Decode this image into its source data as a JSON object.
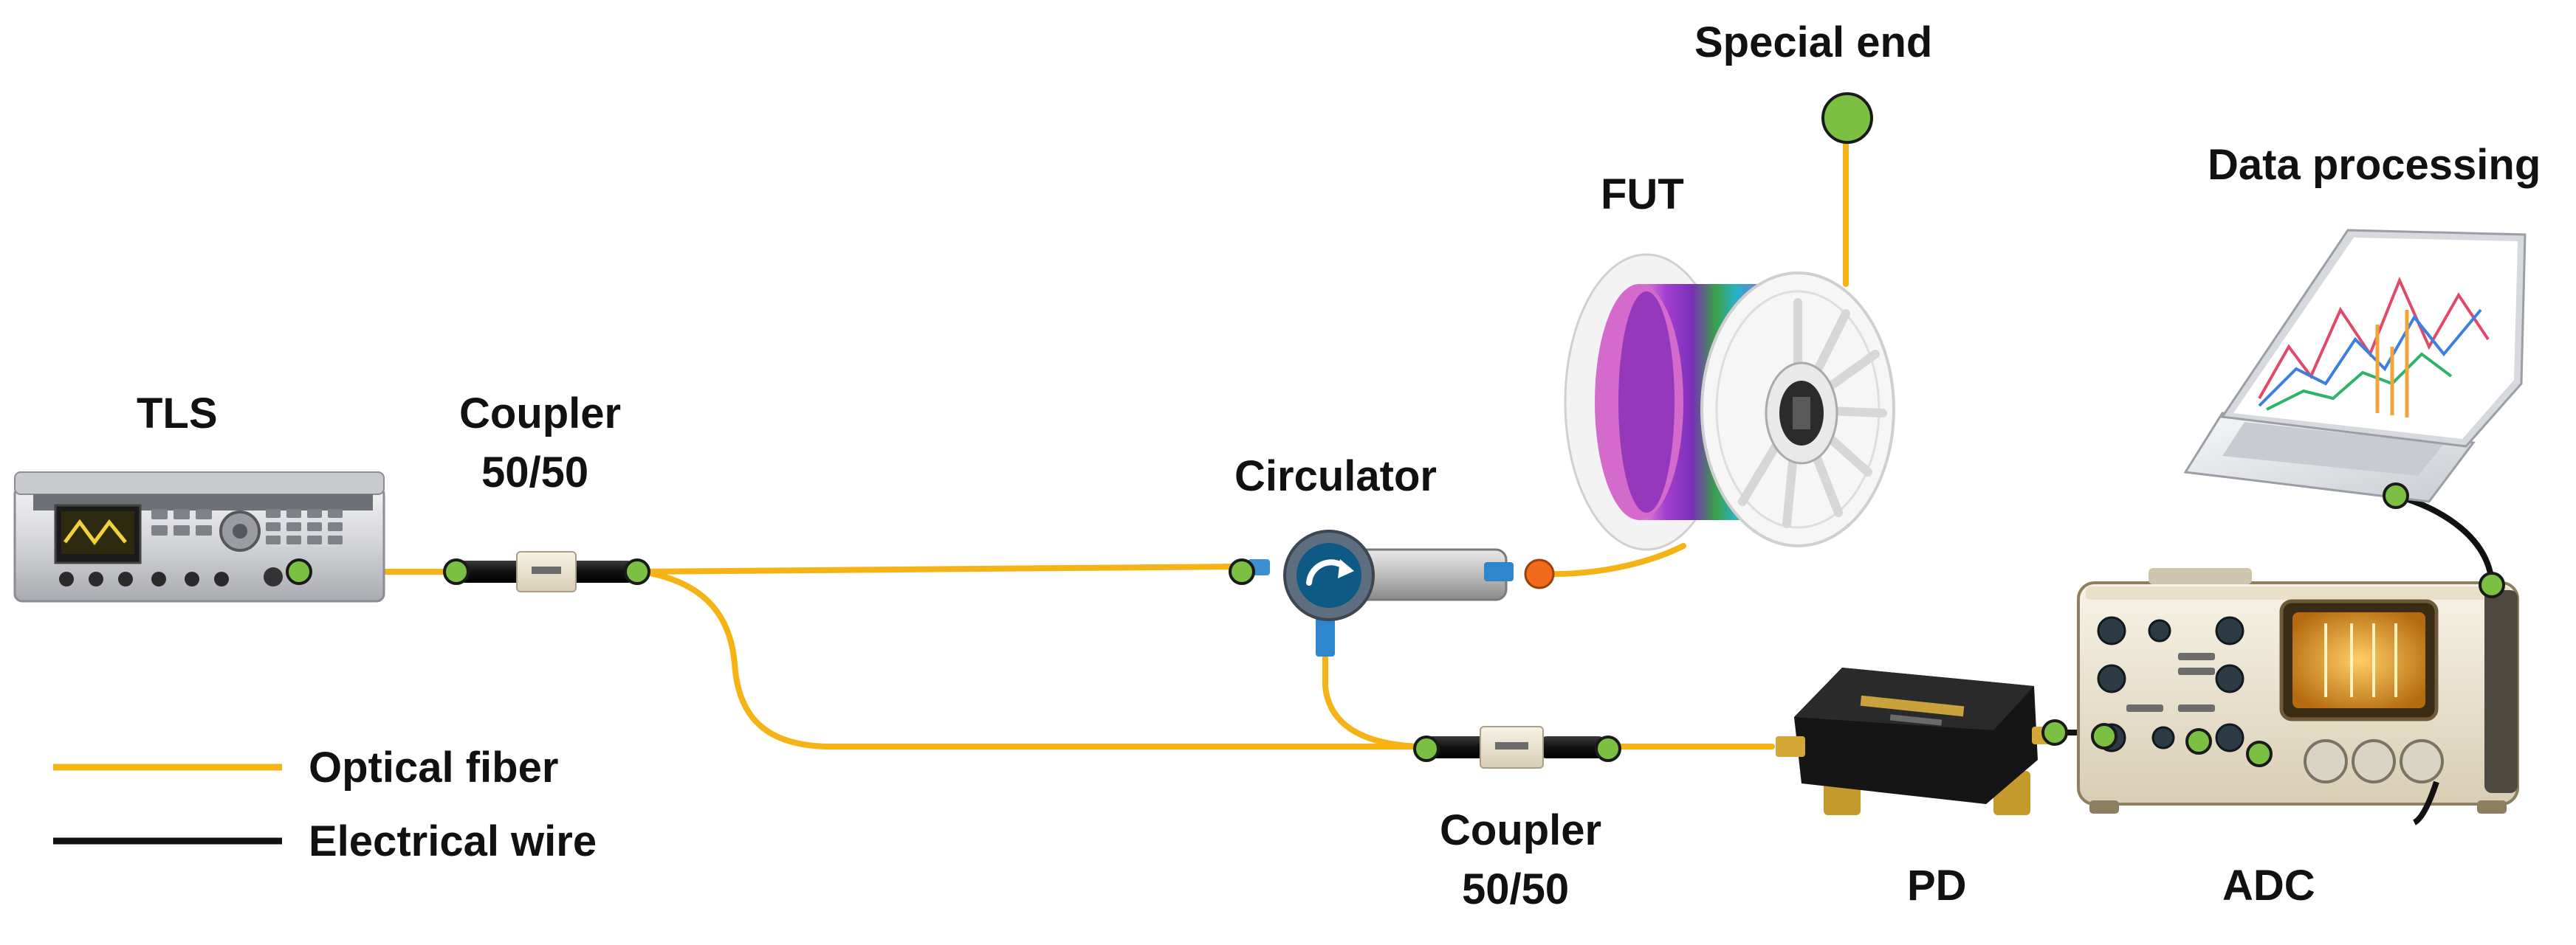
{
  "labels": {
    "tls": "TLS",
    "coupler1_line1": "Coupler",
    "coupler1_line2": "50/50",
    "circulator": "Circulator",
    "fut": "FUT",
    "special_end": "Special end",
    "data_processing": "Data processing",
    "coupler2_line1": "Coupler",
    "coupler2_line2": "50/50",
    "pd": "PD",
    "adc": "ADC"
  },
  "legend": {
    "optical": "Optical fiber",
    "electrical": "Electrical wire"
  },
  "colors": {
    "optical_fiber": "#F5B316",
    "electrical_wire": "#111111",
    "connector": "#7BC043",
    "connector_outline": "#1a1a1a",
    "circulator_body": "#0E5A85",
    "orange_connector": "#F26A1B"
  }
}
